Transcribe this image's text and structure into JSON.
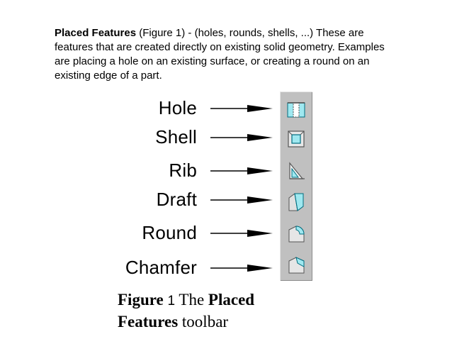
{
  "intro": {
    "lead": "Placed Features",
    "text": " (Figure 1) - (holes, rounds, shells, ...) These are features that are created directly on existing solid geometry. Examples are placing a hole on an existing surface, or creating a round on an existing edge of a part."
  },
  "toolbar_items": [
    {
      "label": "Hole",
      "icon": "hole-icon"
    },
    {
      "label": "Shell",
      "icon": "shell-icon"
    },
    {
      "label": "Rib",
      "icon": "rib-icon"
    },
    {
      "label": "Draft",
      "icon": "draft-icon"
    },
    {
      "label": "Round",
      "icon": "round-icon"
    },
    {
      "label": "Chamfer",
      "icon": "chamfer-icon"
    }
  ],
  "caption": {
    "figure_word": "Figure",
    "figure_number": "1",
    "mid": "The",
    "bold1": "Placed",
    "bold2": "Features",
    "end": "toolbar"
  },
  "colors": {
    "toolbar_bg": "#c0c0c0",
    "icon_fill": "#9fe8f0",
    "icon_stroke": "#006e80"
  }
}
